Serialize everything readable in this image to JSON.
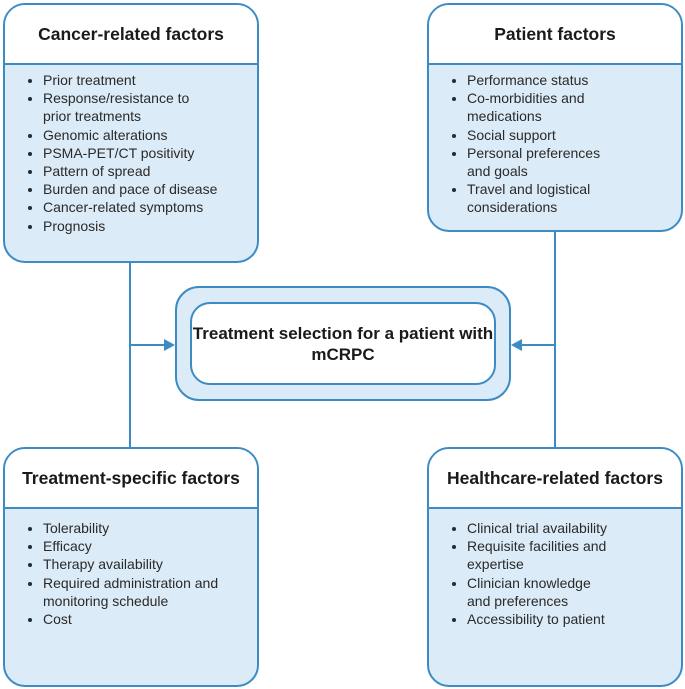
{
  "colors": {
    "border": "#3d8bc4",
    "fill": "#dbebf7"
  },
  "center": {
    "title": "Treatment selection for a patient with mCRPC"
  },
  "boxes": [
    {
      "title": "Cancer-related factors",
      "items": [
        "Prior treatment",
        "Response/resistance to prior treatments",
        "Genomic alterations",
        "PSMA-PET/CT positivity",
        "Pattern of spread",
        "Burden and pace of disease",
        "Cancer-related symptoms",
        "Prognosis"
      ]
    },
    {
      "title": "Patient factors",
      "items": [
        "Performance status",
        "Co-morbidities and medications",
        "Social support",
        "Personal preferences and goals",
        "Travel and logistical considerations"
      ]
    },
    {
      "title": "Treatment-specific factors",
      "items": [
        "Tolerability",
        "Efficacy",
        "Therapy availability",
        "Required administration and monitoring schedule",
        "Cost"
      ]
    },
    {
      "title": "Healthcare-related factors",
      "items": [
        "Clinical trial availability",
        "Requisite facilities and expertise",
        "Clinician knowledge and preferences",
        "Accessibility to patient"
      ]
    }
  ]
}
